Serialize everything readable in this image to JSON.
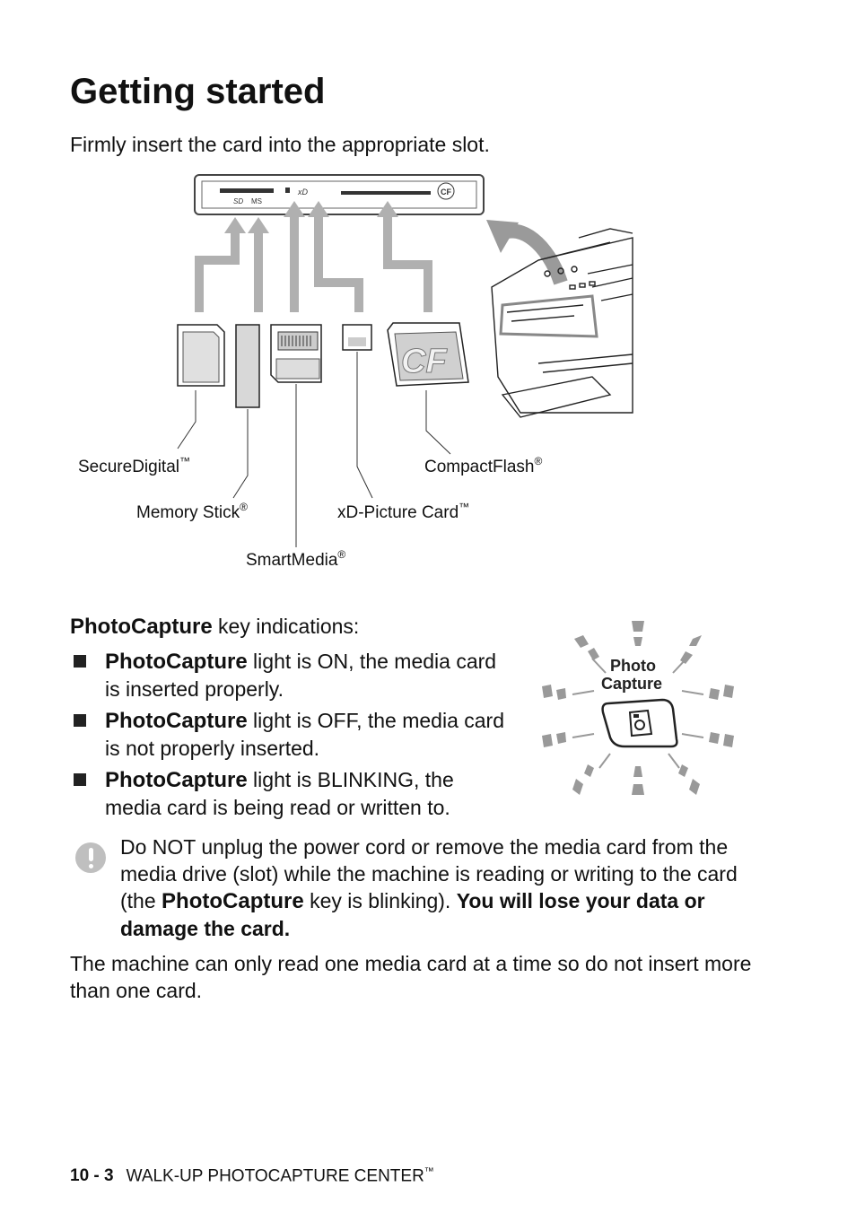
{
  "page": {
    "title": "Getting started",
    "intro": "Firmly insert the card into the appropriate slot."
  },
  "figure": {
    "cards": {
      "sd": "SecureDigital",
      "sd_mark": "™",
      "memory_stick": "Memory Stick",
      "memory_stick_mark": "®",
      "smartmedia": "SmartMedia",
      "smartmedia_mark": "®",
      "xd": "xD-Picture Card",
      "xd_mark": "™",
      "cf": "CompactFlash",
      "cf_mark": "®"
    },
    "cf_card_text": "CF",
    "slot_panel": {
      "sd_logo": "SD",
      "ms_logo": "MS",
      "xd_logo": "xD",
      "cf_logo": "CF"
    }
  },
  "indications": {
    "heading_strong": "PhotoCapture",
    "heading_rest": " key indications:",
    "items": [
      {
        "strong": "PhotoCapture",
        "text": " light is ON, the media card is inserted properly."
      },
      {
        "strong": "PhotoCapture",
        "text": " light is OFF, the media card is not properly inserted."
      },
      {
        "strong": "PhotoCapture",
        "text": " light is BLINKING, the media card is being read or written to."
      }
    ],
    "key_label_line1": "Photo",
    "key_label_line2": "Capture"
  },
  "note": {
    "part1": "Do NOT unplug the power cord or remove the media card from the media drive (slot) while the machine is reading or writing to the card (the ",
    "strong_key": "PhotoCapture",
    "part2": " key is blinking). ",
    "warning": "You will lose your data or damage the card."
  },
  "closing": "The machine can only read one media card at a time so do not insert more than one card.",
  "footer": {
    "page_number": "10 - 3",
    "section": "WALK-UP PHOTOCAPTURE CENTER",
    "section_mark": "™"
  },
  "colors": {
    "text": "#111111",
    "arrow_gray": "#b0b0b0",
    "card_gray": "#d8d8d8",
    "icon_gray": "#bfbfbf"
  }
}
